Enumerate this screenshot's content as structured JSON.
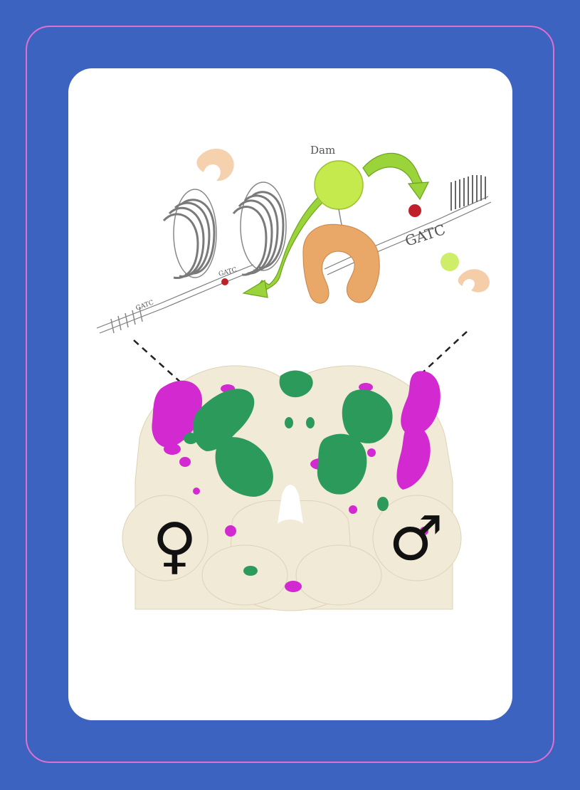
{
  "colors": {
    "background": "#3d63c0",
    "frame": "#e070d0",
    "card": "#ffffff",
    "dam": "#b5e23a",
    "protein": "#eaa868",
    "methyl": "#c0202a",
    "arrow": "#8dca2c",
    "brain": "#f1ead6",
    "magenta": "#d22ad0",
    "green": "#2c9a5a"
  },
  "diagram": {
    "dam_label": "Dam",
    "motif_main": "GATC",
    "motif_small_left": "GATC",
    "motif_small_mid": "GATC"
  },
  "brain": {
    "female_symbol": "♀",
    "male_symbol": "♂"
  }
}
